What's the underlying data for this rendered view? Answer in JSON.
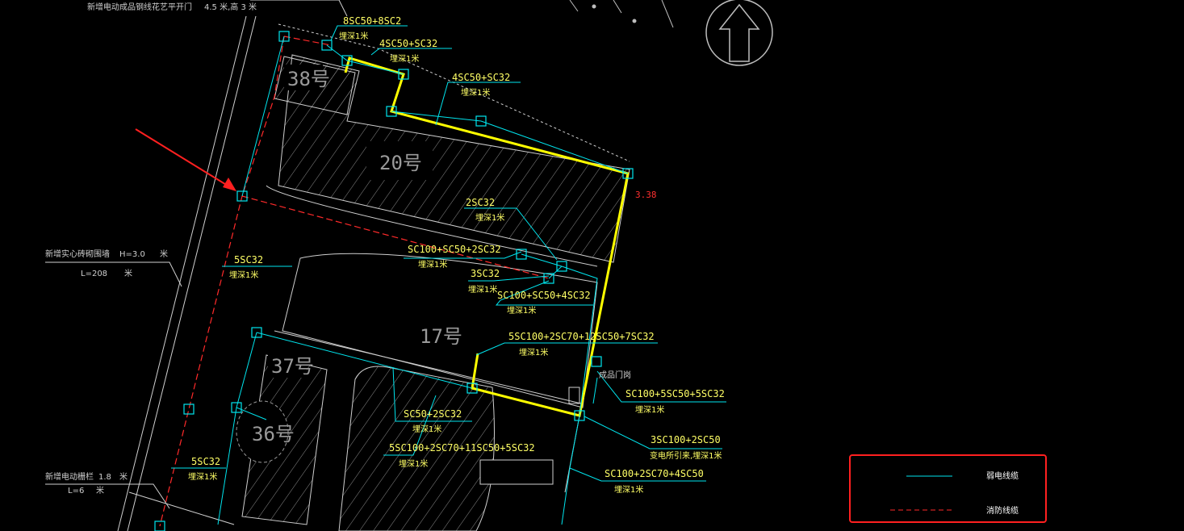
{
  "top_note": {
    "a": "新增电动成品钢线花艺平开门",
    "b": "4.5 米,高 3 米"
  },
  "buildings": {
    "b20": "20号",
    "b17": "17号",
    "b37": "37号",
    "b38": "38号",
    "b36": "36号"
  },
  "cable_labels": {
    "l1": "8SC50+8SC2",
    "l2": "4SC50+SC32",
    "l3": "4SC50+SC32",
    "l4": "2SC32",
    "l5": "SC100+SC50+2SC32",
    "l6": "3SC32",
    "l7": "SC100+SC50+4SC32",
    "l8": "5SC100+2SC70+12SC50+7SC32",
    "l9": "SC100+5SC50+5SC32",
    "l10": "3SC100+2SC50",
    "l11": "SC100+2SC70+4SC50",
    "l12": "SC50+2SC32",
    "l13": "5SC100+2SC70+11SC50+5SC32",
    "l14": "5SC32",
    "l15": "5SC32"
  },
  "depth_note": "埋深1米",
  "transformer_note": "变电所引来,埋深1米",
  "gate_label": "成品门岗",
  "elevation": "3.38",
  "fence": {
    "title": "新增实心砖砌围墙",
    "h": "H=3.0",
    "h_unit": "米",
    "l": "L=208",
    "l_unit": "米"
  },
  "rail": {
    "title": "新增电动栅栏",
    "h": "1.8",
    "h_unit": "米",
    "l": "L=6",
    "l_unit": "米"
  },
  "legend": {
    "weak": "弱电线缆",
    "fire": "消防线缆"
  },
  "colors": {
    "cyan": "#00e5ee",
    "yellow": "#ffff00",
    "red": "#ff2a2a",
    "legend_border": "#ff2020"
  }
}
